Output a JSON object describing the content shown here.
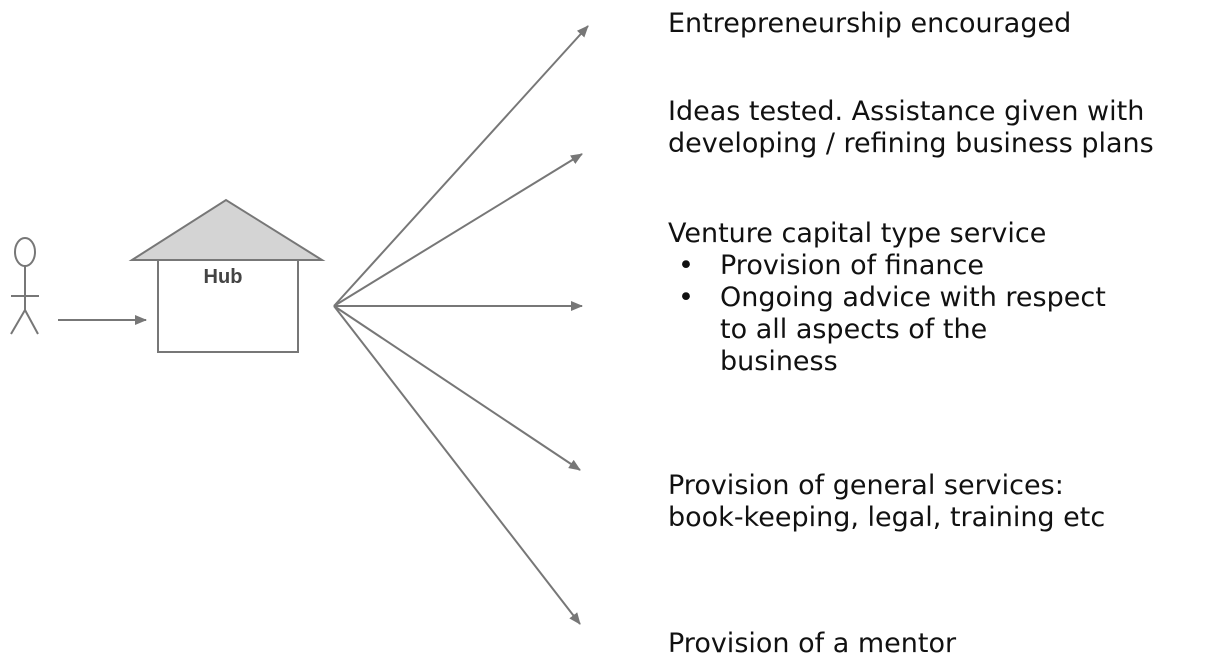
{
  "hub": {
    "label": "Hub"
  },
  "colors": {
    "line": "#777777",
    "roof_fill": "#d4d4d4",
    "text": "#111111"
  },
  "icons": [
    "person-icon",
    "house-icon",
    "arrow-icon"
  ],
  "outcomes": [
    {
      "lines": [
        "Entrepreneurship encouraged"
      ]
    },
    {
      "lines": [
        "Ideas tested. Assistance given with",
        "developing / refining business plans"
      ]
    },
    {
      "lines": [
        "Venture capital type service"
      ],
      "bullets": [
        "Provision of finance",
        "Ongoing advice with respect\nto all aspects of the\nbusiness"
      ]
    },
    {
      "lines": [
        "Provision of general services:",
        "book-keeping, legal, training etc"
      ]
    },
    {
      "lines": [
        "Provision of a mentor"
      ]
    }
  ]
}
